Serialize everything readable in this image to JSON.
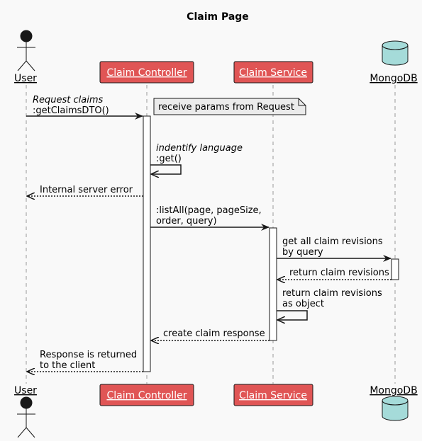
{
  "title": "Claim Page",
  "participants": {
    "user": {
      "label": "User",
      "kind": "actor"
    },
    "controller": {
      "label": "Claim Controller",
      "kind": "box"
    },
    "service": {
      "label": "Claim Service",
      "kind": "box"
    },
    "mongo": {
      "label": "MongoDB",
      "kind": "database"
    }
  },
  "note": "receive params from Request",
  "messages": {
    "m1": {
      "italic": "Request claims",
      "text": ":getClaimsDTO()"
    },
    "m2": {
      "italic": "indentify language",
      "text": ":get()"
    },
    "m3": {
      "text": "Internal server error"
    },
    "m4": {
      "line1": ":listAll(page, pageSize,",
      "line2": "order, query)"
    },
    "m5": {
      "line1": "get all claim revisions",
      "line2": "by query"
    },
    "m6": {
      "text": "return claim revisions"
    },
    "m7": {
      "line1": "return claim revisions",
      "line2": "as object"
    },
    "m8": {
      "text": "create claim response"
    },
    "m9": {
      "line1": "Response is returned",
      "line2": "to the client"
    }
  },
  "colors": {
    "background": "#f9f9f9",
    "participant_fill": "#e05555",
    "participant_text": "#ffffff",
    "database_fill": "#a5dbd9",
    "note_fill": "#ebebeb",
    "line": "#181818",
    "lifeline": "#999999"
  }
}
